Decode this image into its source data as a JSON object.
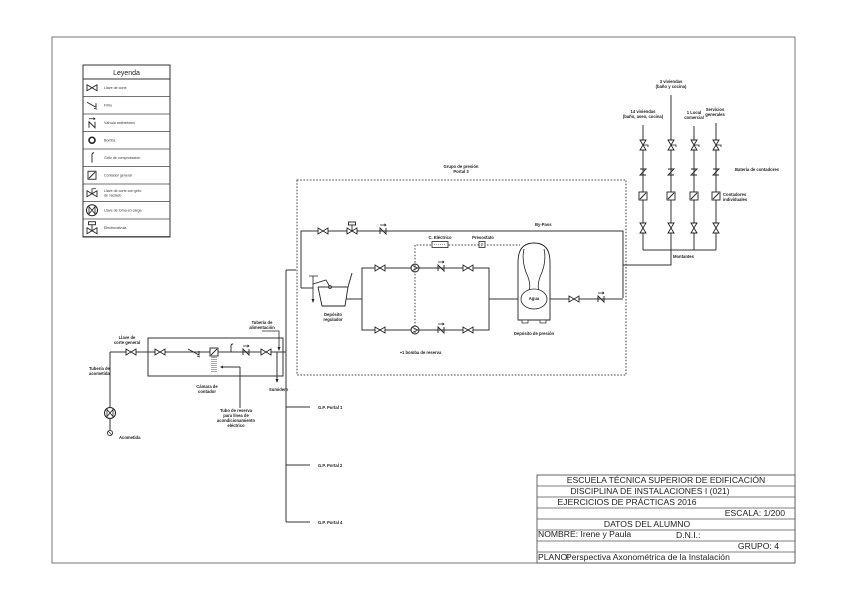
{
  "legend": {
    "title": "Leyenda",
    "items": [
      {
        "icon": "gate-valve-icon",
        "label": "Llave de corte"
      },
      {
        "icon": "filter-icon",
        "label": "Filtro"
      },
      {
        "icon": "check-valve-icon",
        "label": "Válvula antirretorno"
      },
      {
        "icon": "pump-icon",
        "label": "Bomba"
      },
      {
        "icon": "test-tap-icon",
        "label": "Grifo de comprobación"
      },
      {
        "icon": "general-meter-icon",
        "label": "Contador general"
      },
      {
        "icon": "drain-valve-icon",
        "label": "Llave de corte con grifo de vaciado"
      },
      {
        "icon": "tapping-valve-icon",
        "label": "Llave de toma en carga"
      },
      {
        "icon": "solenoid-valve-icon",
        "label": "Electroválvula"
      }
    ]
  },
  "labels": {
    "tuberia_acometida": [
      "Tubería de",
      "acometida"
    ],
    "acometida": "Acometida",
    "llave_corte_general": [
      "Llave de",
      "corte general"
    ],
    "tuberia_alimentacion": [
      "Tubería de",
      "alimentación"
    ],
    "camara_contador": [
      "Cámara de",
      "contador"
    ],
    "sumidero": "Sumidero",
    "tubo_reserva": [
      "Tubo de reserva",
      "para línea de",
      "acondicionamiento",
      "eléctrico"
    ],
    "grupo_presion": [
      "Grupo de presión",
      "Portal 3"
    ],
    "bypass": "By-Pass",
    "c_electrico": "C. Eléctrico",
    "presostato": "Presostato",
    "presostato_symbol": "P",
    "deposito_regulador": [
      "Depósito",
      "regulador"
    ],
    "agua": "Agua",
    "deposito_presion": "Depósito de presión",
    "bomba_reserva": "1 bomba de reserva",
    "gp_portal_1": "G.P. Portal 1",
    "gp_portal_2": "G.P. Portal 2",
    "gp_portal_4": "G.P. Portal 4",
    "viviendas_3": [
      "3 viviendas",
      "(baño y cocina)"
    ],
    "viviendas_14": [
      "14 viviendas",
      "(baño, aseo, cocina)"
    ],
    "local_comercial": [
      "1 Local",
      "comercial"
    ],
    "servicios_generales": [
      "Servicios",
      "generales"
    ],
    "bateria_contadores": "Batería de contadores",
    "contadores_individuales": [
      "Contadores",
      "individuales"
    ],
    "montantes": "Montantes"
  },
  "title_block": {
    "school": "ESCUELA TÉCNICA SUPERIOR DE EDIFICACIÓN",
    "discipline": "DISCIPLINA DE INSTALACIONES I (021)",
    "exercises": "EJERCICIOS DE PRÁCTICAS  2016",
    "scale": "ESCALA: 1/200",
    "student_data": "DATOS DEL ALUMNO",
    "name": "NOMBRE: Irene y Paula",
    "dni": "D.N.I.:",
    "group": "GRUPO: 4",
    "plan_label": "PLANO:",
    "plan_value": "Perspectiva Axonométrica de la Instalación"
  }
}
